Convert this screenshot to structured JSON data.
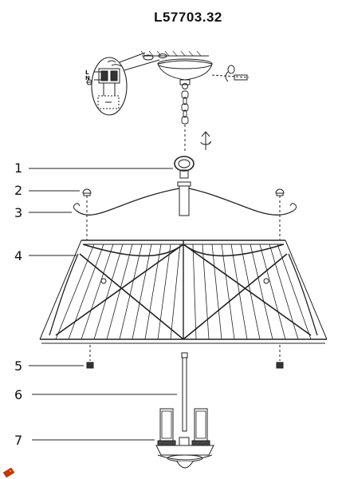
{
  "title": "L57703.32",
  "wiring_labels": {
    "live": "L",
    "neutral": "N"
  },
  "callouts": [
    {
      "number": "1"
    },
    {
      "number": "2"
    },
    {
      "number": "3"
    },
    {
      "number": "4"
    },
    {
      "number": "5"
    },
    {
      "number": "6"
    },
    {
      "number": "7"
    }
  ],
  "colors": {
    "line": "#222222",
    "accent": "#cc3300"
  }
}
